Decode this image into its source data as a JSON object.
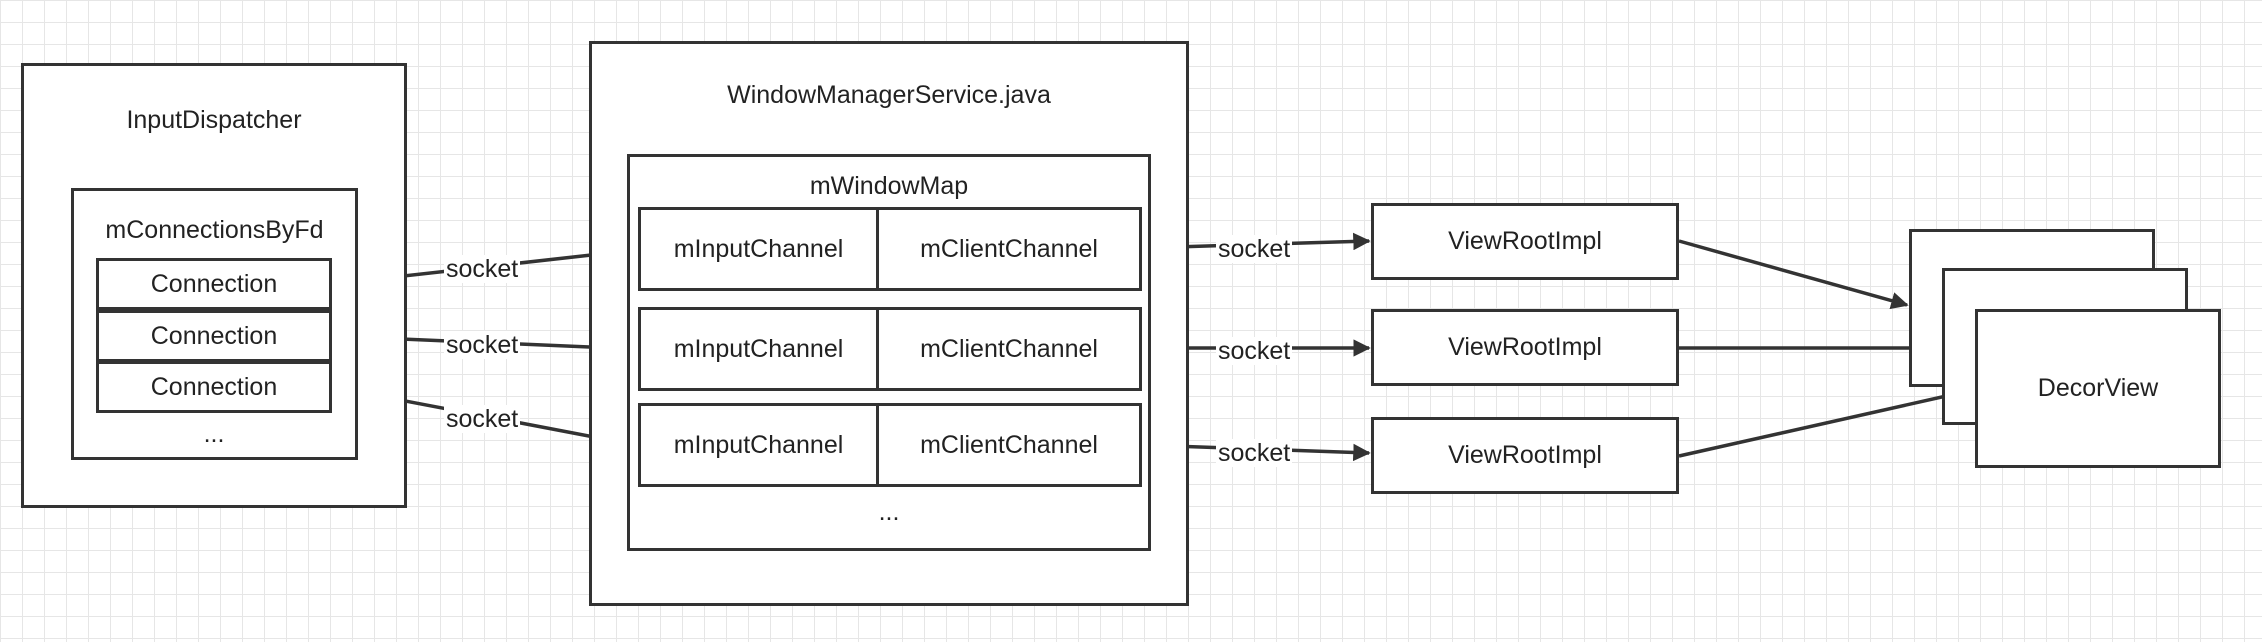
{
  "input_dispatcher": {
    "title": "InputDispatcher",
    "connections_container": "mConnectionsByFd",
    "connections": [
      "Connection",
      "Connection",
      "Connection"
    ],
    "more": "..."
  },
  "wms": {
    "title": "WindowManagerService.java",
    "window_map": "mWindowMap",
    "rows": [
      {
        "input": "mInputChannel",
        "client": "mClientChannel"
      },
      {
        "input": "mInputChannel",
        "client": "mClientChannel"
      },
      {
        "input": "mInputChannel",
        "client": "mClientChannel"
      }
    ],
    "more": "..."
  },
  "view_roots": [
    "ViewRootImpl",
    "ViewRootImpl",
    "ViewRootImpl"
  ],
  "decor_view": "DecorView",
  "edge_labels": [
    "socket",
    "socket",
    "socket",
    "socket",
    "socket",
    "socket"
  ],
  "colors": {
    "line": "#333333",
    "grid": "#e6e6e6",
    "background": "#ffffff"
  }
}
